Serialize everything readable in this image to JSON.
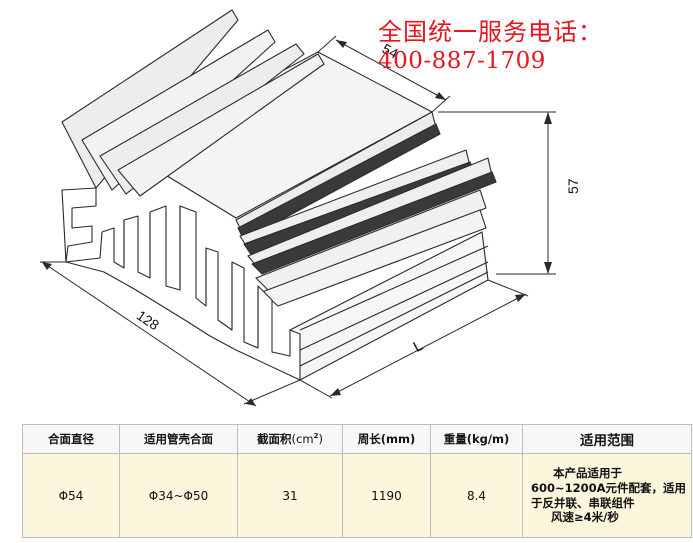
{
  "hotline": {
    "label": "全国统一服务电话：",
    "number": "400-887-1709",
    "color": "#e8141e"
  },
  "drawing": {
    "dim_width": "54",
    "dim_height": "57",
    "dim_length": "128",
    "dim_profile_length": "L"
  },
  "table": {
    "headers": {
      "fit_diameter": "合面直径",
      "tube_fit": "适用管壳合面",
      "section_area": "截面积",
      "section_unit": "(cm",
      "section_unit_sup": "2",
      "section_unit_close": ")",
      "perimeter": "周长(mm)",
      "weight": "重量(kg/m)",
      "scope": "适用范围"
    },
    "row": {
      "fit_diameter": "Φ54",
      "tube_fit": "Φ34~Φ50",
      "section_area": "31",
      "perimeter": "1190",
      "weight": "8.4",
      "scope_line1": "本产品适用于600~1200A元件配套，适用于反并联、串联组件",
      "scope_line2": "风速≥4米/秒"
    }
  }
}
